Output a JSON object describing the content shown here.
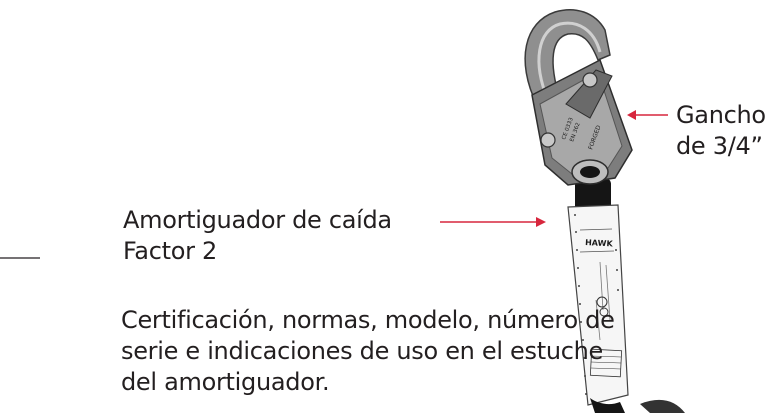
{
  "labels": {
    "hook": [
      "Gancho",
      "de 3/4”"
    ],
    "absorber": [
      "Amortiguador de caída",
      "Factor 2"
    ],
    "certification": [
      "Certificación, normas, modelo, número de",
      "serie e indicaciones de uso en el estuche",
      "del amortiguador."
    ]
  },
  "product_markings": {
    "pack_brand": "HAWK",
    "hook_engraving_1": "FORGED",
    "hook_engraving_2": "CE 0333",
    "hook_engraving_3": "EN 362"
  },
  "colors": {
    "accent_arrow": "#d7263d",
    "text": "#231f20",
    "metal": "#9a9a9a",
    "webbing": "#151515"
  }
}
